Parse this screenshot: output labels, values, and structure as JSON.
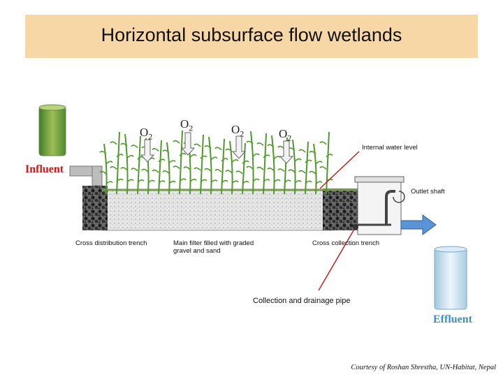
{
  "title": "Horizontal subsurface flow wetlands",
  "labels": {
    "influent": "Influent",
    "effluent": "Effluent",
    "internal_water_level": "Internal water level",
    "outlet_shaft": "Outlet shaft",
    "cross_distribution_trench": "Cross distribution trench",
    "main_filter_line1": "Main filter filled with graded",
    "main_filter_line2": "gravel and sand",
    "cross_collection_trench": "Cross collection trench",
    "collection_pipe": "Collection and drainage pipe"
  },
  "oxygen": {
    "symbol": "O",
    "subscript": "2"
  },
  "credit": "Courtesy of Roshan Shrestha, UN-Habitat, Nepal",
  "colors": {
    "title_bg": "#f8d7a7",
    "influent": "#c81818",
    "effluent": "#3a8fc8",
    "pointer_line": "#c82020",
    "plants": "#4e9a2a",
    "flow_arrow": "#3a7fc8"
  }
}
